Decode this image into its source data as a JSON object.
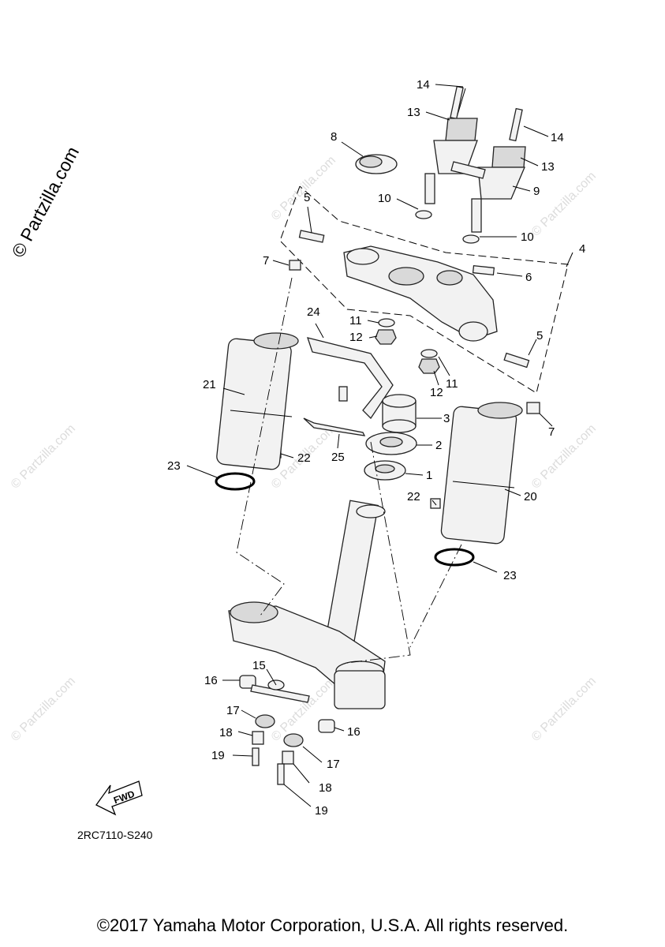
{
  "watermark": {
    "text": "© Partzilla.com",
    "faint_text": "© Partzilla.com"
  },
  "diagram_code": "2RC7110-S240",
  "copyright": "©2017 Yamaha Motor Corporation, U.S.A. All rights reserved.",
  "fwd_label": "FWD",
  "callouts": {
    "c1": "1",
    "c2": "2",
    "c3": "3",
    "c4": "4",
    "c5a": "5",
    "c5b": "5",
    "c6": "6",
    "c7a": "7",
    "c7b": "7",
    "c8": "8",
    "c9": "9",
    "c10a": "10",
    "c10b": "10",
    "c11a": "11",
    "c11b": "11",
    "c12a": "12",
    "c12b": "12",
    "c13a": "13",
    "c13b": "13",
    "c14a": "14",
    "c14b": "14",
    "c15": "15",
    "c16a": "16",
    "c16b": "16",
    "c17a": "17",
    "c17b": "17",
    "c18a": "18",
    "c18b": "18",
    "c19a": "19",
    "c19b": "19",
    "c20": "20",
    "c21": "21",
    "c22a": "22",
    "c22b": "22",
    "c23a": "23",
    "c23b": "23",
    "c24": "24",
    "c25": "25"
  }
}
